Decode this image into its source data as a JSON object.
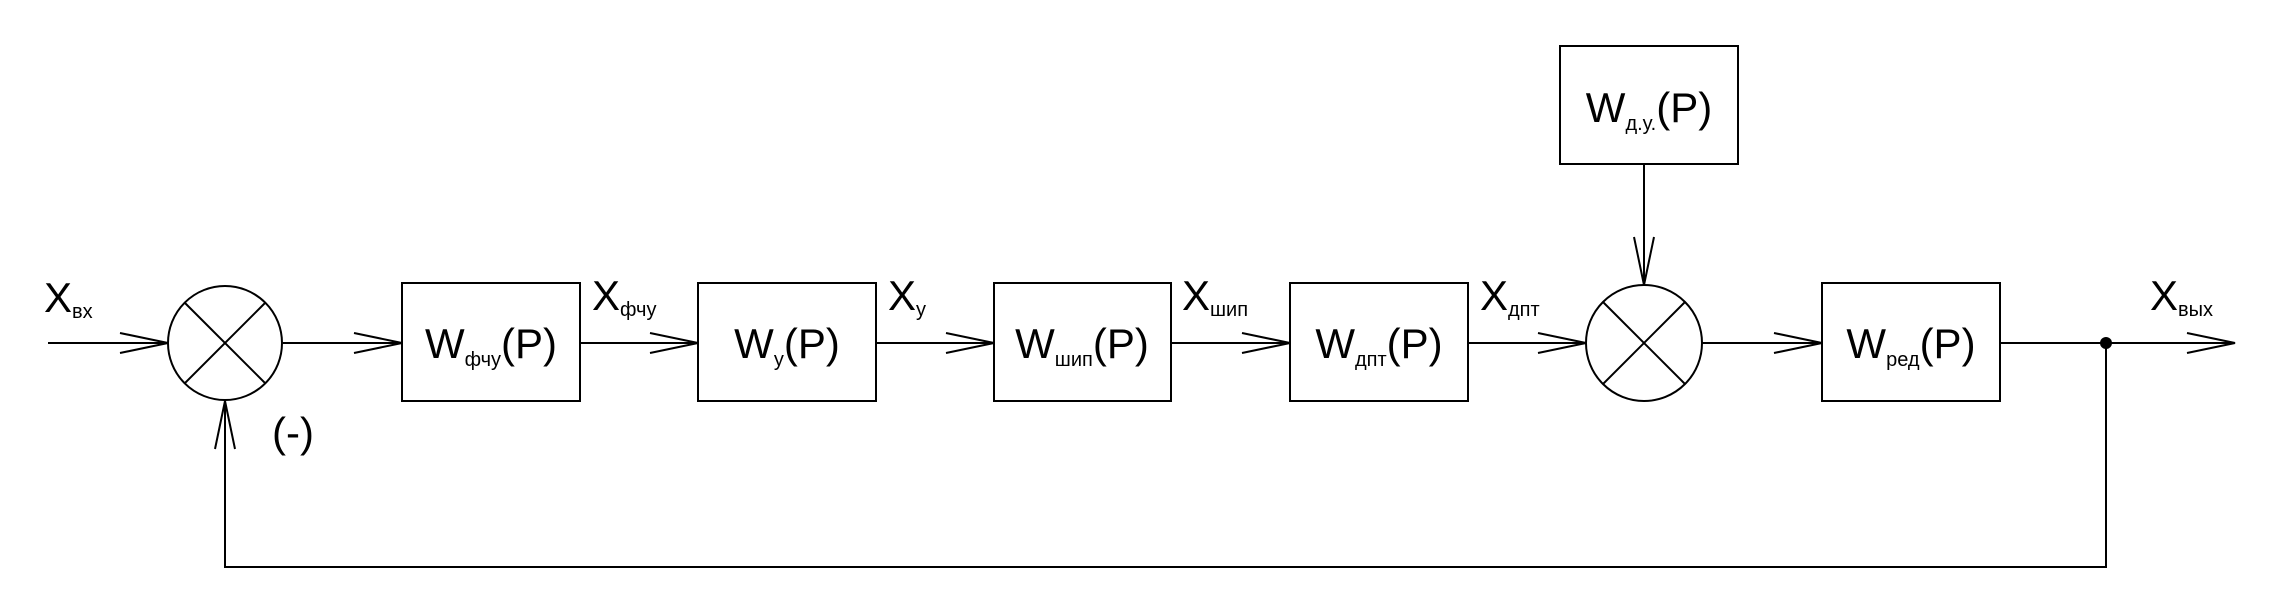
{
  "signals": {
    "input": {
      "main": "X",
      "sub": "вх"
    },
    "fchu": {
      "main": "X",
      "sub": "фчу"
    },
    "u": {
      "main": "X",
      "sub": "у"
    },
    "ship": {
      "main": "X",
      "sub": "шип"
    },
    "dpt": {
      "main": "X",
      "sub": "дпт"
    },
    "output": {
      "main": "X",
      "sub": "вых"
    }
  },
  "blocks": {
    "fchu": {
      "main": "W",
      "sub": "фчу",
      "arg": "(P)"
    },
    "u": {
      "main": "W",
      "sub": "у",
      "arg": "(P)"
    },
    "ship": {
      "main": "W",
      "sub": "шип",
      "arg": "(P)"
    },
    "dpt": {
      "main": "W",
      "sub": "дпт",
      "arg": "(P)"
    },
    "red": {
      "main": "W",
      "sub": "ред",
      "arg": "(P)"
    },
    "du": {
      "main": "W",
      "sub": "д.у.",
      "arg": "(P)"
    }
  },
  "feedback_sign": "(-)"
}
